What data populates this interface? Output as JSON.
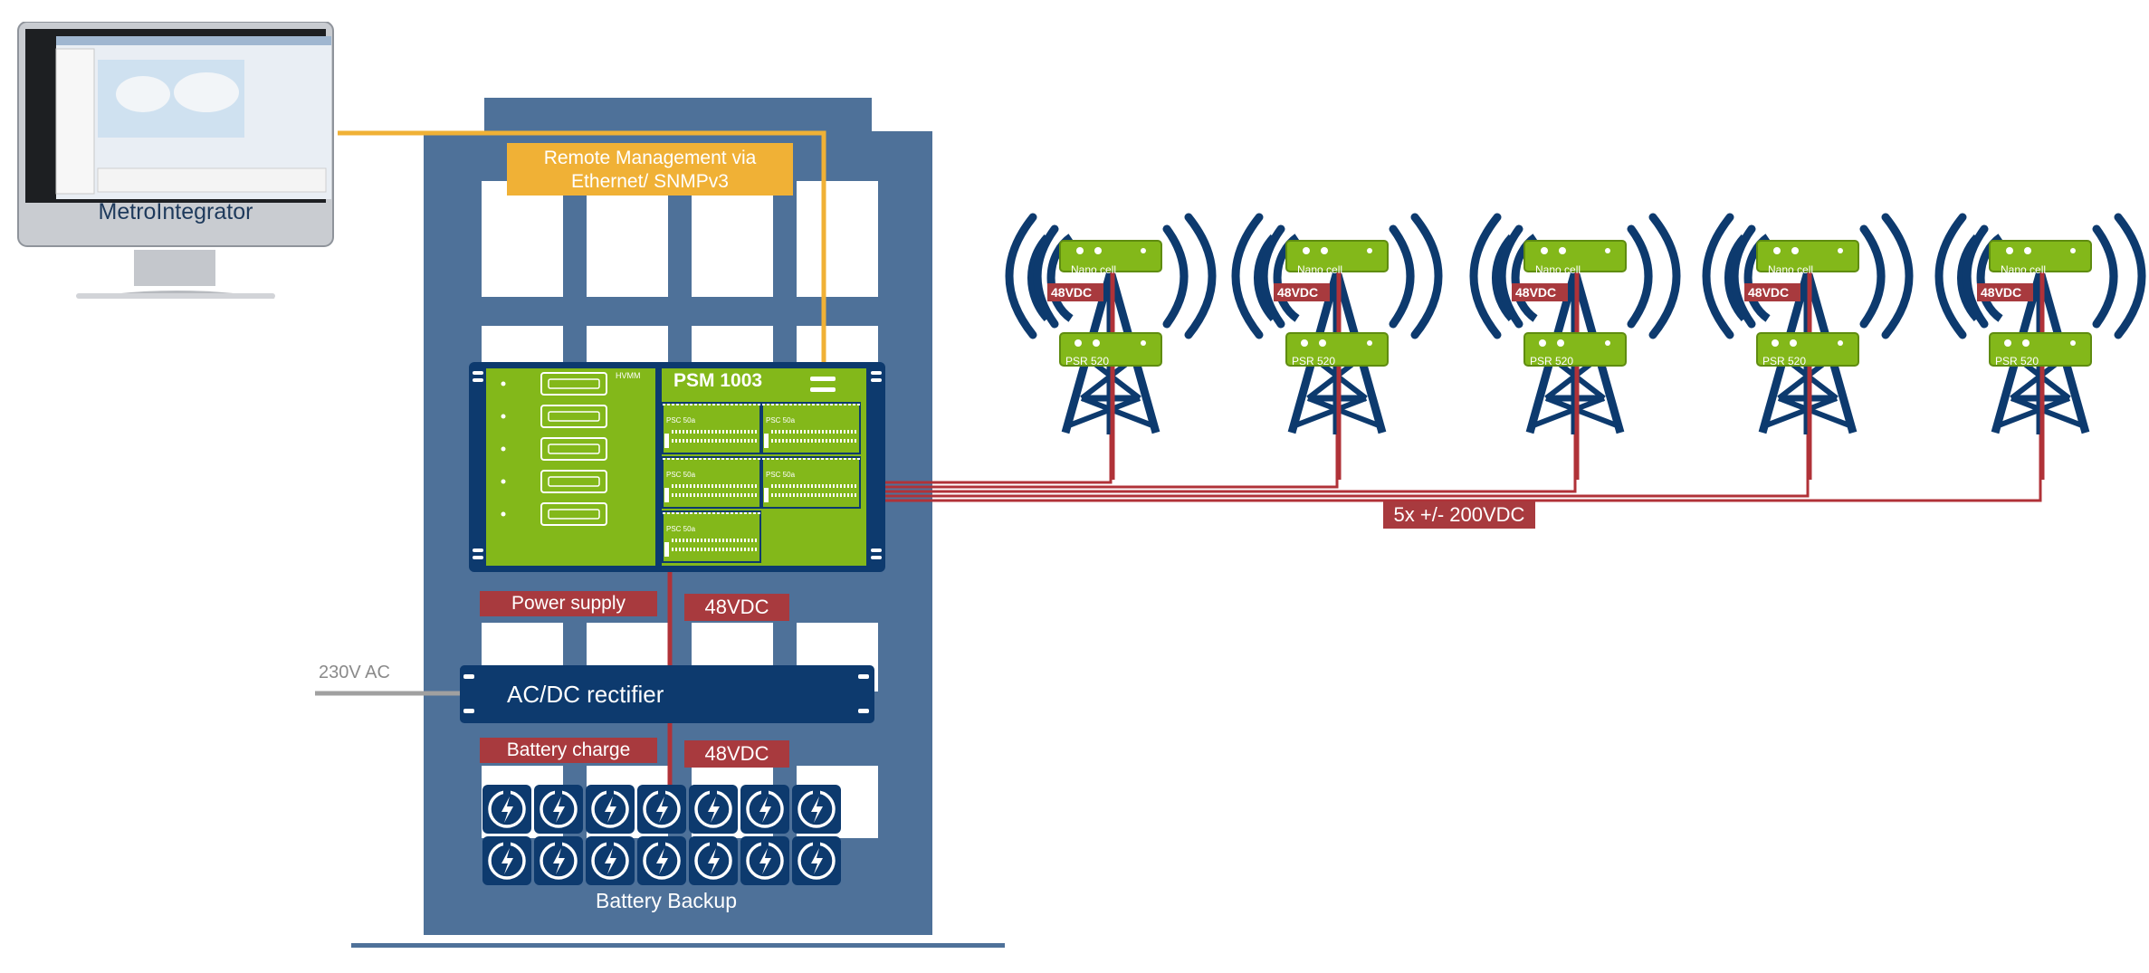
{
  "monitor": {
    "label": "MetroIntegrator"
  },
  "remote": {
    "line1": "Remote Management via",
    "line2": "Ethernet/ SNMPv3"
  },
  "psm": {
    "title": "PSM 1003",
    "brand": "HVMM",
    "module_label": "PSC 50a"
  },
  "labels": {
    "power_supply": "Power supply",
    "vdc_upper": "48VDC",
    "ac_input": "230V AC",
    "rectifier": "AC/DC rectifier",
    "battery_charge": "Battery charge",
    "vdc_lower": "48VDC",
    "battery_backup": "Battery Backup",
    "feed": "5x +/- 200VDC"
  },
  "towers": [
    {
      "nano": "Nano cell",
      "vdc": "48VDC",
      "psr": "PSR 520"
    },
    {
      "nano": "Nano cell",
      "vdc": "48VDC",
      "psr": "PSR 520"
    },
    {
      "nano": "Nano cell",
      "vdc": "48VDC",
      "psr": "PSR 520"
    },
    {
      "nano": "Nano cell",
      "vdc": "48VDC",
      "psr": "PSR 520"
    },
    {
      "nano": "Nano cell",
      "vdc": "48VDC",
      "psr": "PSR 520"
    }
  ],
  "colors": {
    "building": "#4e7199",
    "window": "#ffffff",
    "rack_green": "#83b81a",
    "navy": "#0d3a6e",
    "label_red": "#a83a3e",
    "cable_red": "#b03238",
    "orange": "#f0b136",
    "ac_grey": "#a0a0a0"
  }
}
